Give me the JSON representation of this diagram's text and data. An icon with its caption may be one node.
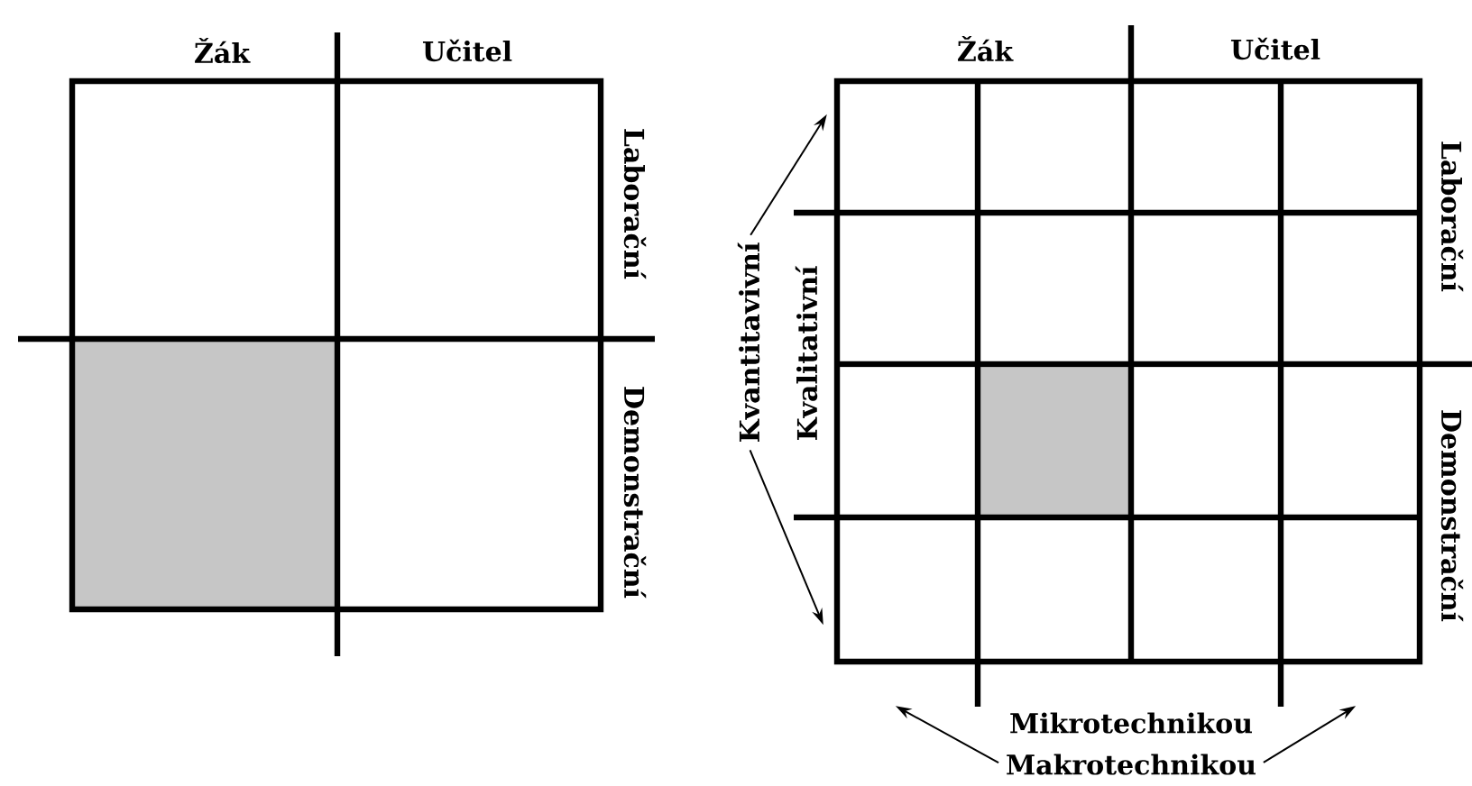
{
  "diagram": {
    "nodes": [
      {
        "text": [],
        "shape": "box"
      },
      {
        "text": [],
        "shape": "box"
      },
      {
        "text": [
          "Kvantitavivní"
        ]
      },
      {
        "text": [
          "Makrotechnikou"
        ]
      }
    ],
    "edges": [
      {
        "from": 2,
        "to": 1,
        "arrow": "to"
      },
      {
        "from": 2,
        "to": 1,
        "arrow": "to"
      },
      {
        "from": 3,
        "to": 1,
        "arrow": "to"
      },
      {
        "from": 3,
        "to": 1,
        "arrow": "to"
      }
    ],
    "labels": [
      "Žák",
      "Učitel",
      "Laborační",
      "Demonstrační",
      "Žák",
      "Učitel",
      "Laborační",
      "Demonstrační",
      "Kvalitativní",
      "Mikrotechnikou"
    ]
  }
}
